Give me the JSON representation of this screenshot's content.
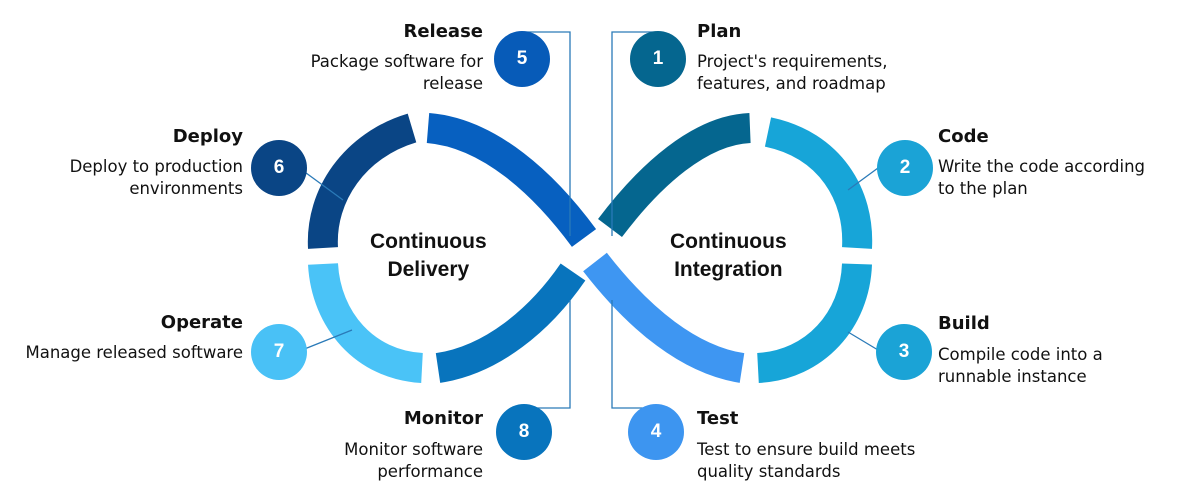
{
  "center": {
    "delivery": [
      "Continuous",
      "Delivery"
    ],
    "integration": [
      "Continuous",
      "Integration"
    ]
  },
  "stages": [
    {
      "num": "1",
      "title": "Plan",
      "desc": [
        "Project's requirements,",
        "features, and roadmap"
      ],
      "color": "#05668f"
    },
    {
      "num": "2",
      "title": "Code",
      "desc": [
        "Write the code according",
        "to the plan"
      ],
      "color": "#1ba3d6"
    },
    {
      "num": "3",
      "title": "Build",
      "desc": [
        "Compile code into a",
        "runnable instance"
      ],
      "color": "#1ba3d6"
    },
    {
      "num": "4",
      "title": "Test",
      "desc": [
        "Test to ensure build meets",
        "quality standards"
      ],
      "color": "#3d95f0"
    },
    {
      "num": "5",
      "title": "Release",
      "desc": [
        "Package software for",
        "release"
      ],
      "color": "#075bb8"
    },
    {
      "num": "6",
      "title": "Deploy",
      "desc": [
        "Deploy to production",
        "environments"
      ],
      "color": "#0a4585"
    },
    {
      "num": "7",
      "title": "Operate",
      "desc": [
        "Manage released software"
      ],
      "color": "#49c1f6"
    },
    {
      "num": "8",
      "title": "Monitor",
      "desc": [
        "Monitor software",
        "performance"
      ],
      "color": "#0874bd"
    }
  ],
  "colors": {
    "connector": "#2a7ab8",
    "seg_plan": "#05668f",
    "seg_code": "#17a5d8",
    "seg_build": "#17a5d8",
    "seg_test": "#3e96f2",
    "seg_release": "#0760c0",
    "seg_deploy": "#0a4585",
    "seg_operate": "#4ac3f7",
    "seg_monitor": "#0874bd"
  }
}
